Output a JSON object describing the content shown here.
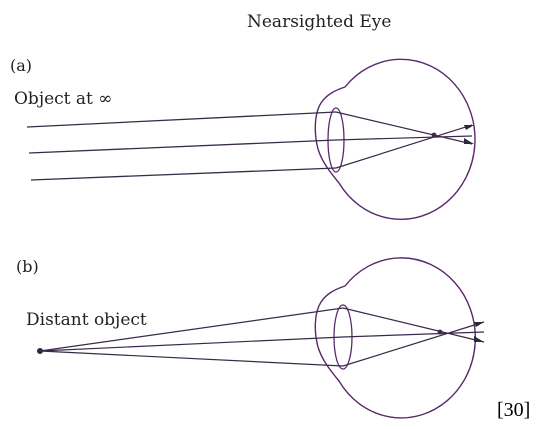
{
  "title": "Nearsighted Eye",
  "panels": [
    {
      "label": "(a)",
      "object_label": "Object at ∞"
    },
    {
      "label": "(b)",
      "object_label": "Distant object"
    }
  ],
  "reference": "[30]",
  "colors": {
    "eye_outline": "#5a2a6a",
    "rays": "#3a2a4a",
    "text": "#222222"
  }
}
